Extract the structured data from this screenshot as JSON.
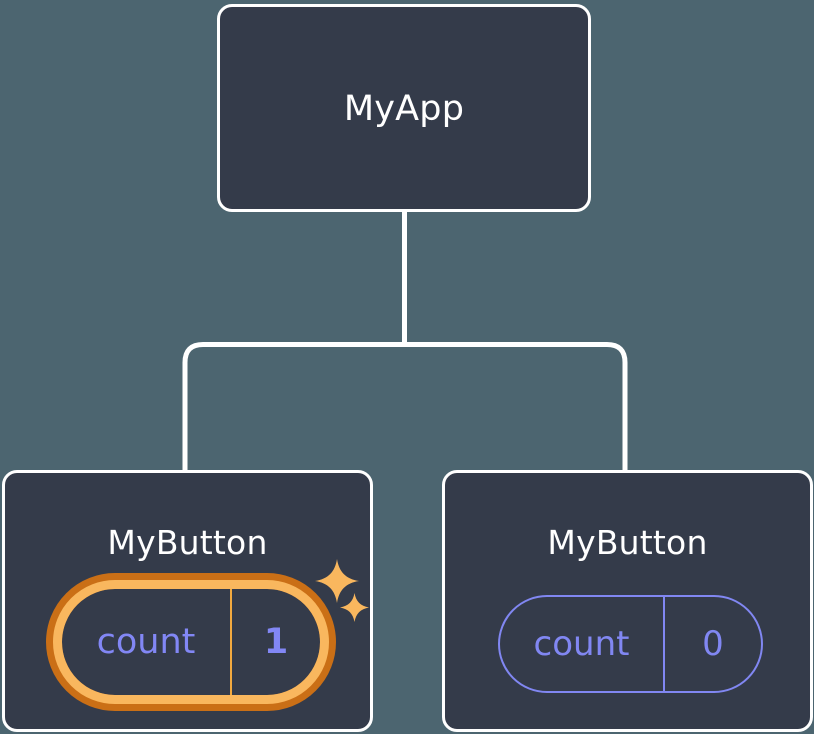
{
  "diagram": {
    "type": "component-tree",
    "background_color": "#4c6570",
    "node_fill_color": "#343b4a",
    "node_border_color": "#ffffff",
    "edge_color": "#ffffff",
    "accent_highlight_color": "#f9b75e",
    "accent_highlight_outer_color": "#ca6f16",
    "state_text_color": "#8287f5",
    "root": {
      "label": "MyApp"
    },
    "children": [
      {
        "label": "MyButton",
        "state_key": "count",
        "state_value": "1",
        "highlighted": true,
        "sparkles": [
          "sparkle-large",
          "sparkle-small"
        ]
      },
      {
        "label": "MyButton",
        "state_key": "count",
        "state_value": "0",
        "highlighted": false,
        "sparkles": []
      }
    ]
  }
}
